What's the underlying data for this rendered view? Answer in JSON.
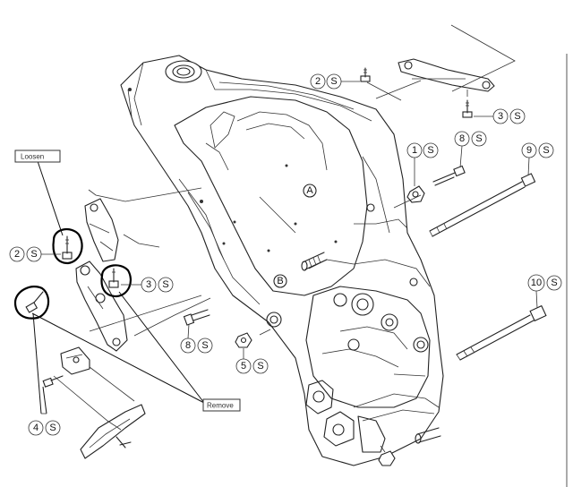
{
  "callouts": {
    "c1": {
      "num": "1",
      "unit": "S"
    },
    "c2a": {
      "num": "2",
      "unit": "S"
    },
    "c2b": {
      "num": "2",
      "unit": "S"
    },
    "c3a": {
      "num": "3",
      "unit": "S"
    },
    "c3b": {
      "num": "3",
      "unit": "S"
    },
    "c4": {
      "num": "4",
      "unit": "S"
    },
    "c5": {
      "num": "5",
      "unit": "S"
    },
    "c8a": {
      "num": "8",
      "unit": "S"
    },
    "c8b": {
      "num": "8",
      "unit": "S"
    },
    "c9": {
      "num": "9",
      "unit": "S"
    },
    "c10": {
      "num": "10",
      "unit": "S"
    }
  },
  "markers": {
    "a": "A",
    "b": "B"
  },
  "labels": {
    "loosen": "Loosen",
    "remove": "Remove"
  }
}
